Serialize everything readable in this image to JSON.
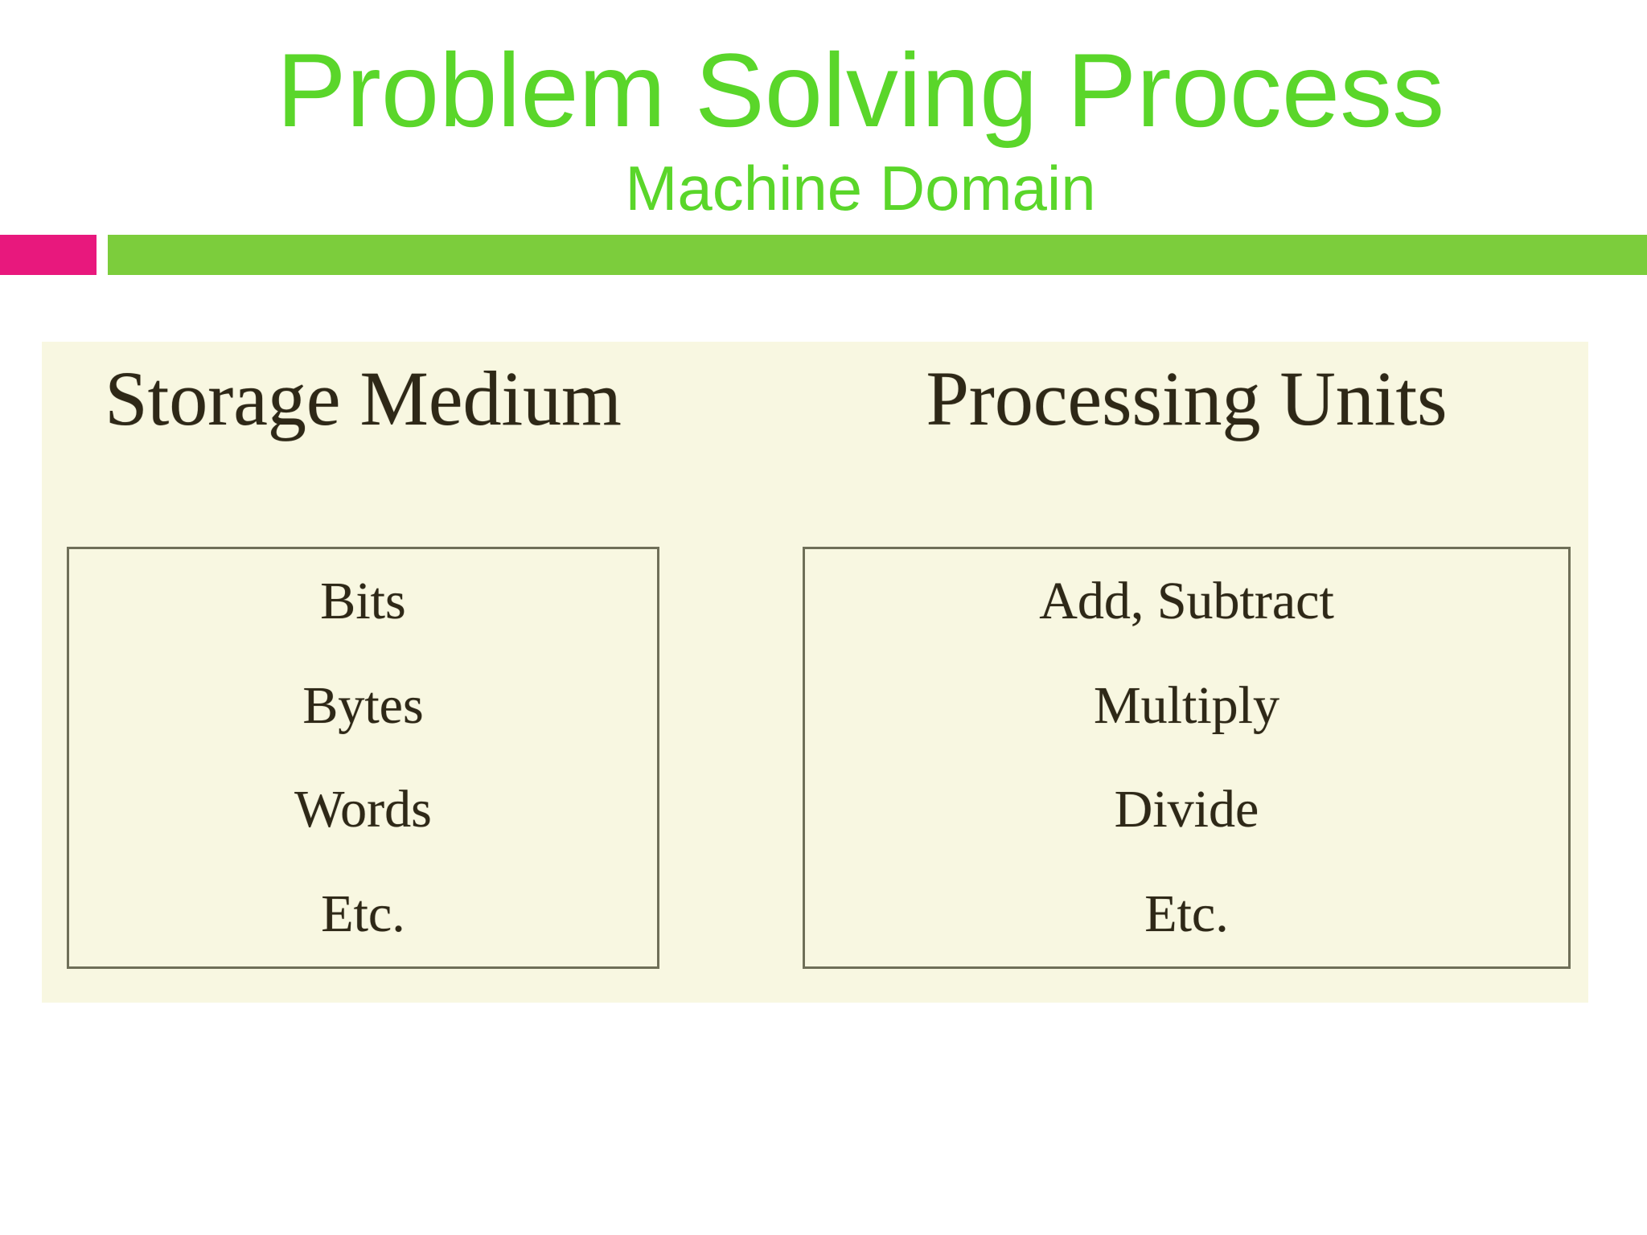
{
  "slide": {
    "title": "Problem Solving Process",
    "subtitle": "Machine Domain"
  },
  "figure": {
    "columns": [
      {
        "heading": "Storage Medium",
        "items": [
          "Bits",
          "Bytes",
          "Words",
          "Etc."
        ]
      },
      {
        "heading": "Processing Units",
        "items": [
          "Add, Subtract",
          "Multiply",
          "Divide",
          "Etc."
        ]
      }
    ]
  },
  "colors": {
    "background": "#FFFFFF",
    "title_green": "#5AD62A",
    "bar_green": "#7CCD3C",
    "accent_pink": "#E8187D",
    "panel_cream": "#F8F7E1",
    "box_border": "#6F6F58",
    "figure_text": "#2E2817"
  }
}
